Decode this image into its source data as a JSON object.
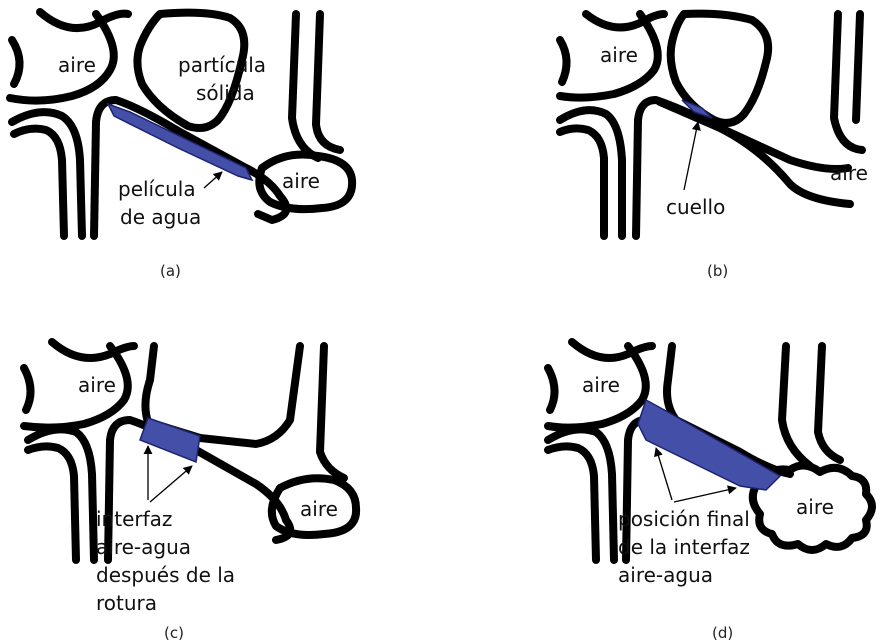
{
  "panels": [
    {
      "caption": "(a)",
      "labels": [
        "aire",
        "partícula",
        "sólida",
        "aire",
        "película",
        "de agua"
      ]
    },
    {
      "caption": "(b)",
      "labels": [
        "aire",
        "aire",
        "cuello"
      ]
    },
    {
      "caption": "(c)",
      "labels": [
        "aire",
        "aire",
        "interfaz",
        "aire-agua",
        "después de la",
        "rotura"
      ]
    },
    {
      "caption": "(d)",
      "labels": [
        "aire",
        "aire",
        "posición final",
        "de la interfaz",
        "aire-agua"
      ]
    }
  ],
  "colors": {
    "water": "#4450a8",
    "outline": "#000000",
    "background": "#ffffff"
  }
}
